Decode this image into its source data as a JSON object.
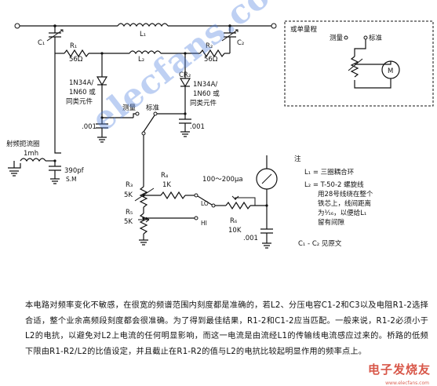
{
  "labels": {
    "c1": "C₁",
    "l1": "L₁",
    "c2": "C₂",
    "r1": "R₁",
    "r1_val": "56Ω",
    "l2": "L₂",
    "r2": "R₂",
    "r2_val": "56Ω",
    "diode_left_1": "1N34A/",
    "diode_left_2": "1N60 或",
    "diode_left_3": "同类元件",
    "cr2": "CR₂",
    "diode_right_1": "1N34A/",
    "diode_right_2": "1N60 或",
    "diode_right_3": "同类元件",
    "sw_measure": "测量",
    "sw_standard": "标准",
    "cap_left": ".001",
    "cap_right": ".001",
    "rf_choke_title": "射频扼流圈",
    "rf_choke_val": "1mh",
    "cap_390_1": "390pf",
    "cap_390_2": "S.M",
    "r3": "R₃",
    "r3_val": "5K",
    "r4": "R₄",
    "r4_val": "1K",
    "r5": "R₅",
    "r5_val": "5K",
    "lo": "LO",
    "hi": "HI",
    "meter_range": "100～200μa",
    "r6": "R₆",
    "r6_val": "10K",
    "cap_bottom": ".001",
    "inset_title": "或单量程",
    "inset_measure": "测量",
    "inset_standard": "标准",
    "inset_meter": "M",
    "note_title": "注",
    "note_l1": "L₁ = 三圈耦合环",
    "note_l2_1": "L₂ = T-50-2 螺旋线",
    "note_l2_2": "用28号线绕在整个",
    "note_l2_3": "铁芯上，线间距离",
    "note_l2_4": "为¹⁄₁₆，以便给L₁",
    "note_l2_5": "留有间隙",
    "note_c": "C₁ - C₂ 见原文"
  },
  "watermark": "elecfans.com",
  "logo": "电子发烧友",
  "logo_sub": "www.elecfans.com",
  "description": "本电路对频率变化不敏感，在很宽的频谱范围内刻度都是准确的，若L2、分压电容C1-2和C3以及电阻R1-2选择合适，整个业余高频段刻度都会很准确。为了得到最佳结果，R1-2和C1-2应当匹配。一般来说，R1-2必须小于L2的电抗，以避免对L2上电流的任何明显影响，而这一电流是由流经L1的传输线电流感应过来的。桥路的低频下限由R1-R2/L2的比值设定，并且截止在R1-R2的值与L2的电抗比较起明显作用的频率点上。"
}
